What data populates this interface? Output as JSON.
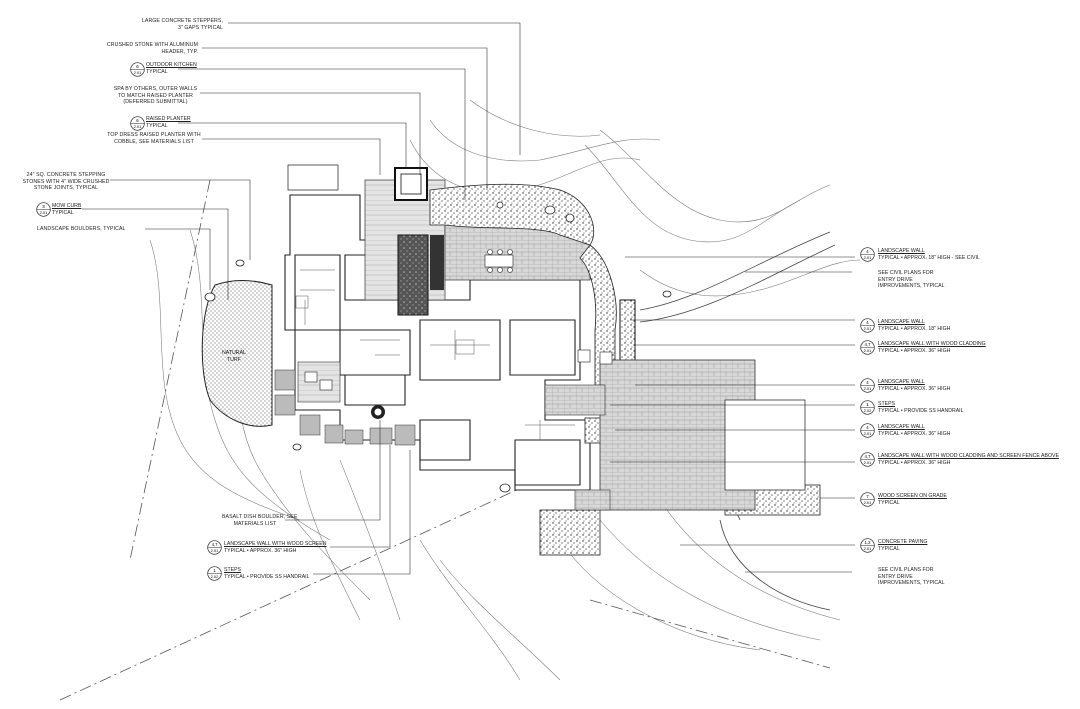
{
  "notes": {
    "steppers": [
      "LARGE CONCRETE STEPPERS,",
      "3\" GAPS TYPICAL"
    ],
    "crushed_stone": [
      "CRUSHED STONE WITH ALUMINUM",
      "HEADER, TYP."
    ],
    "outdoor_kitchen": {
      "title": "OUTDOOR KITCHEN",
      "sub": "TYPICAL",
      "tag_top": "6",
      "tag_bottom": "2.01"
    },
    "spa": [
      "SPA BY OTHERS, OUTER WALLS",
      "TO MATCH RAISED PLANTER",
      "(DEFERRED SUBMITTAL)"
    ],
    "raised_planter": {
      "title": "RAISED PLANTER",
      "sub": "TYPICAL",
      "tag_top": "6",
      "tag_bottom": "2.01"
    },
    "top_dress": [
      "TOP DRESS RAISED PLANTER WITH",
      "COBBLE, SEE MATERIALS LIST"
    ],
    "stepping_stones": [
      "24\" SQ. CONCRETE STEPPING",
      "STONES WITH 4\" WIDE CRUSHED",
      "STONE JOINTS, TYPICAL"
    ],
    "mow_curb": {
      "title": "MOW CURB",
      "sub": "TYPICAL",
      "tag_top": "3",
      "tag_bottom": "2.01"
    },
    "boulders": "LANDSCAPE BOULDERS, TYPICAL",
    "basalt": [
      "BASALT DISH BOULDER, SEE",
      "MATERIALS LIST"
    ],
    "wall_wood_screen": {
      "title": "LANDSCAPE WALL WITH WOOD SCREEN",
      "sub": "TYPICAL • APPROX. 36\" HIGH",
      "tag_top": "4,7",
      "tag_bottom": "2.01"
    },
    "steps_left": {
      "title": "STEPS",
      "sub": "TYPICAL • PROVIDE SS HANDRAIL",
      "tag_top": "1",
      "tag_bottom": "2.02"
    },
    "natural_turf": [
      "NATURAL",
      "TURF"
    ]
  },
  "right_callouts": [
    {
      "title": "LANDSCAPE WALL",
      "sub": "TYPICAL • APPROX. 18\" HIGH - SEE CIVIL",
      "tag_top": "4",
      "tag_bottom": "2.01"
    },
    {
      "plain": [
        "SEE CIVIL PLANS FOR",
        "ENTRY DRIVE",
        "IMPROVEMENTS, TYPICAL"
      ]
    },
    {
      "title": "LANDSCAPE WALL",
      "sub": "TYPICAL • APPROX. 18\" HIGH",
      "tag_top": "4",
      "tag_bottom": "2.01"
    },
    {
      "title": "LANDSCAPE WALL WITH WOOD CLADDING",
      "sub": "TYPICAL • APPROX. 36\" HIGH",
      "tag_top": "4,7",
      "tag_bottom": "2.01"
    },
    {
      "title": "LANDSCAPE WALL",
      "sub": "TYPICAL • APPROX. 36\" HIGH",
      "tag_top": "4",
      "tag_bottom": "2.01"
    },
    {
      "title": "STEPS",
      "sub": "TYPICAL • PROVIDE SS HANDRAIL",
      "tag_top": "1",
      "tag_bottom": "2.02"
    },
    {
      "title": "LANDSCAPE WALL",
      "sub": "TYPICAL • APPROX. 36\" HIGH",
      "tag_top": "4",
      "tag_bottom": "2.01"
    },
    {
      "title": "LANDSCAPE WALL WITH WOOD CLADDING AND SCREEN FENCE ABOVE",
      "sub": "TYPICAL • APPROX. 36\" HIGH",
      "tag_top": "4,7",
      "tag_bottom": "2.01"
    },
    {
      "title": "WOOD SCREEN ON GRADE",
      "sub": "TYPICAL",
      "tag_top": "7",
      "tag_bottom": "2.01"
    },
    {
      "title": "CONCRETE PAVING",
      "sub": "TYPICAL",
      "tag_top": "1,2",
      "tag_bottom": "2.01"
    },
    {
      "plain": [
        "SEE CIVIL PLANS FOR",
        "ENTRY DRIVE",
        "IMPROVEMENTS, TYPICAL"
      ]
    }
  ]
}
